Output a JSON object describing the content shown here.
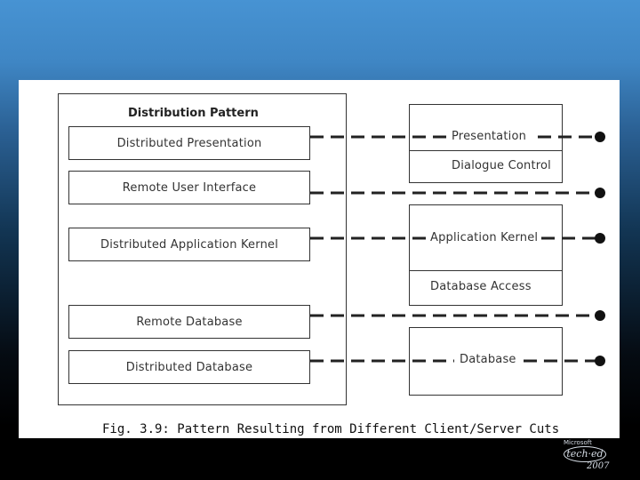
{
  "diagram": {
    "title": "Distribution Pattern",
    "patterns": [
      "Distributed Presentation",
      "Remote User Interface",
      "Distributed Application Kernel",
      "Remote Database",
      "Distributed Database"
    ],
    "tiers": [
      "Presentation",
      "Dialogue Control",
      "Application Kernel",
      "Database Access",
      "Database"
    ],
    "caption": "Fig. 3.9: Pattern Resulting from Different Client/Server Cuts"
  },
  "logo": {
    "top": "Microsoft",
    "ring": "tech·ed",
    "year": "2007"
  },
  "colors": {
    "line": "#222222",
    "panel": "#ffffff",
    "background_top": "#4793d3",
    "background_bottom": "#000000"
  }
}
